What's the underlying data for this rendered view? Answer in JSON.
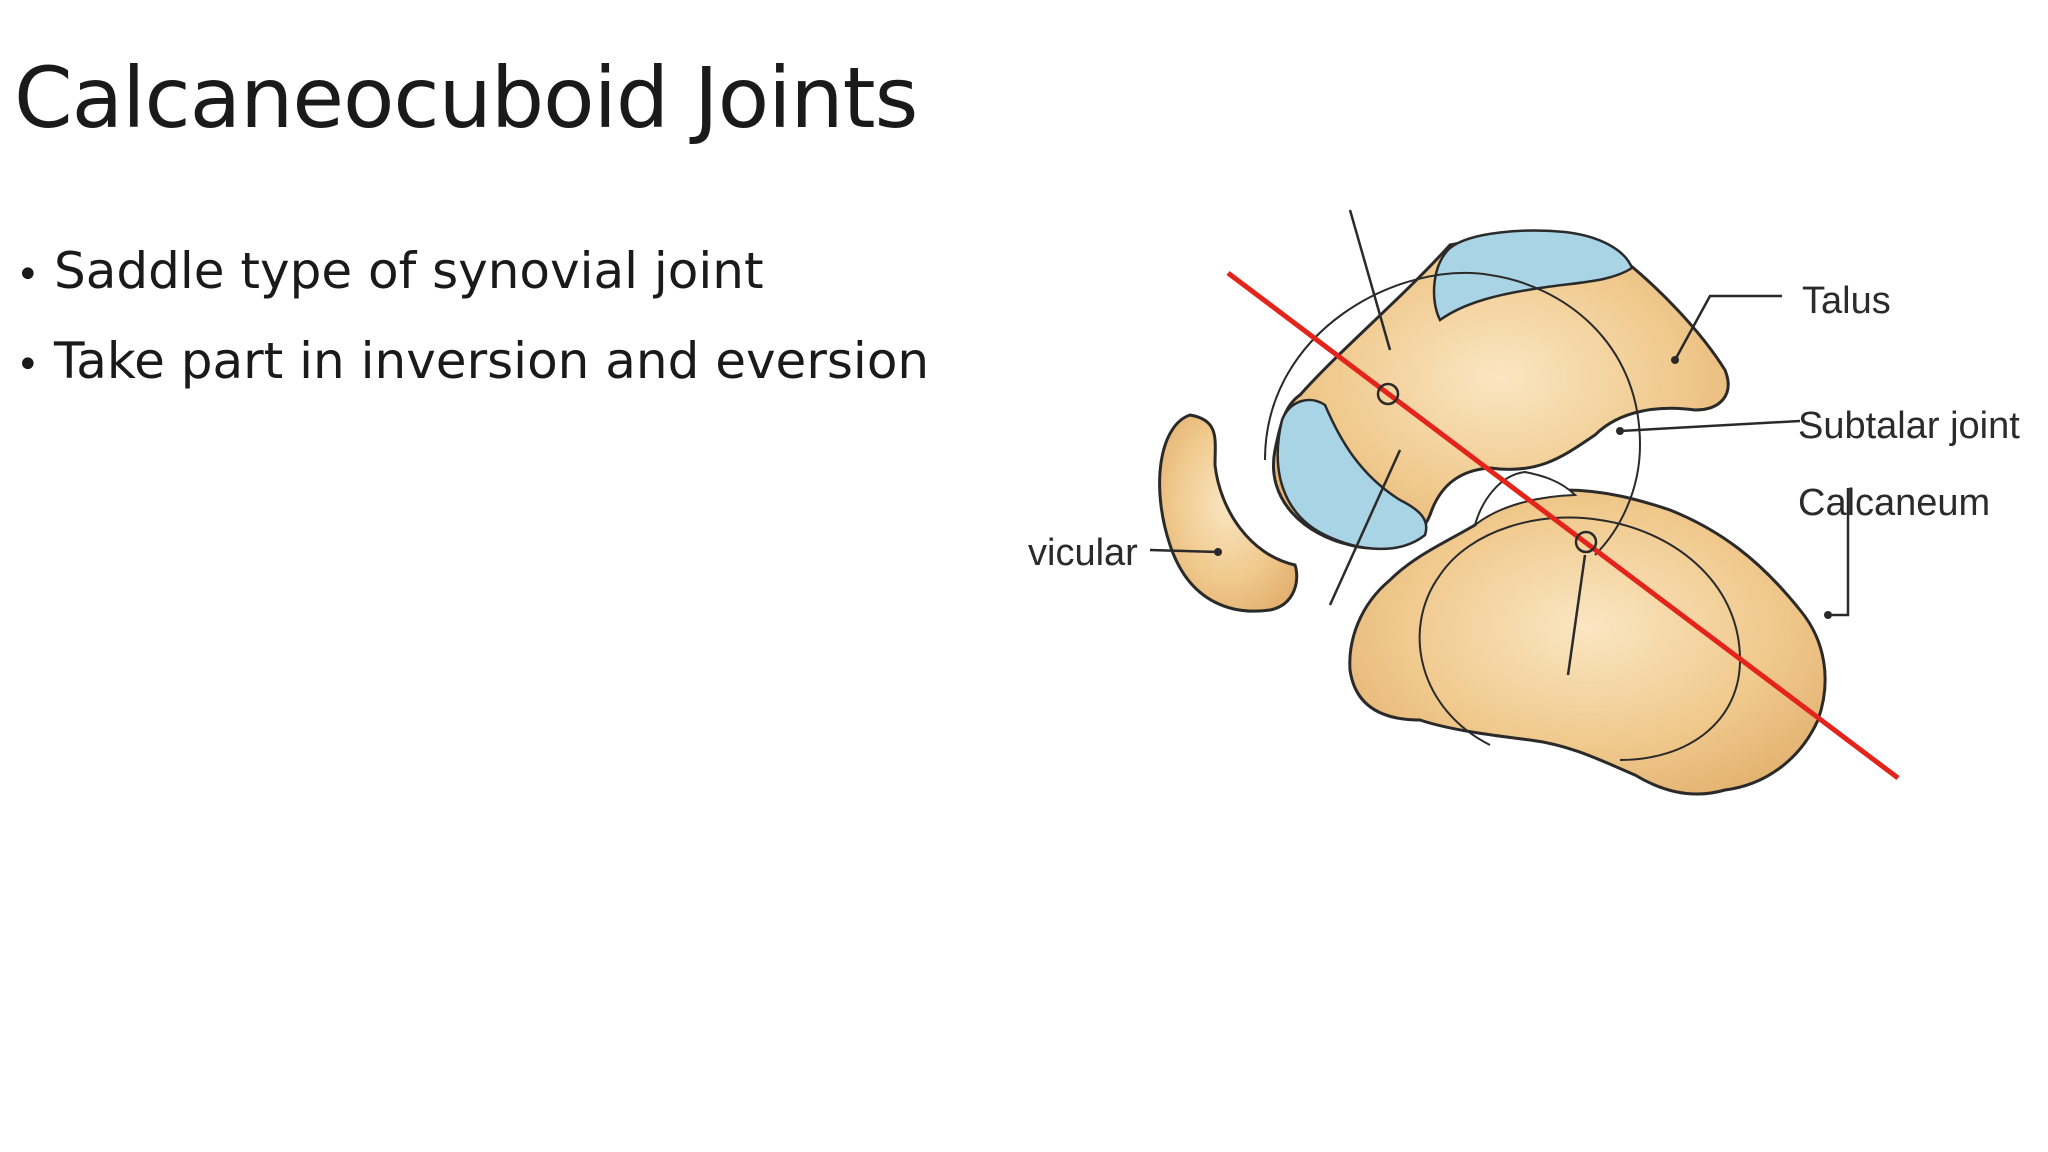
{
  "slide": {
    "title": "Calcaneocuboid Joints",
    "bullets": [
      "Saddle type of synovial joint",
      "Take part in inversion and eversion"
    ]
  },
  "diagram": {
    "labels": {
      "talus": "Talus",
      "subtalar_joint": "Subtalar joint",
      "calcaneum": "Calcaneum",
      "navicular_partial": "vicular"
    },
    "colors": {
      "bone": "#f0c98d",
      "cartilage": "#a9d4e6",
      "axis_line": "#e3241b",
      "outline": "#2a2a2a"
    }
  }
}
